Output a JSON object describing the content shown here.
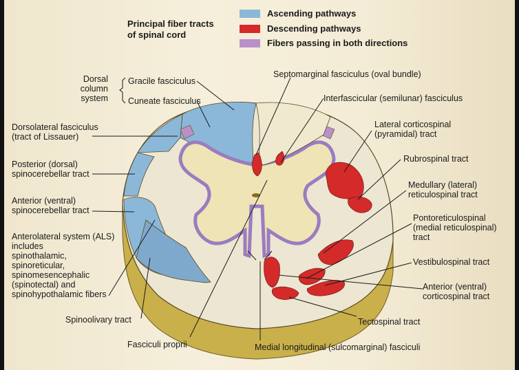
{
  "title": [
    "Principal fiber tracts",
    "of spinal cord"
  ],
  "legend": [
    {
      "label": "Ascending pathways",
      "color": "#8bb8d8"
    },
    {
      "label": "Descending pathways",
      "color": "#d42a2a"
    },
    {
      "label": "Fibers passing in both directions",
      "color": "#b990c8"
    }
  ],
  "colors": {
    "gray_matter": "#efe4b6",
    "white_matter": "#ede6d2",
    "cut_surface_side": "#c9b04a",
    "ascending": "#8bb8d8",
    "descending": "#d42a2a",
    "both": "#b990c8"
  },
  "labels": {
    "dorsal_column_system": [
      "Dorsal",
      "column",
      "system"
    ],
    "gracile": "Gracile fasciculus",
    "cuneate": "Cuneate fasciculus",
    "septomarginal": "Septomarginal fasciculus (oval bundle)",
    "interfascicular": "Interfascicular (semilunar) fasciculus",
    "dorsolateral": [
      "Dorsolateral fasciculus",
      "(tract of Lissauer)"
    ],
    "lateral_corticospinal": [
      "Lateral corticospinal",
      "(pyramidal) tract"
    ],
    "posterior_spinocerebellar": [
      "Posterior (dorsal)",
      "spinocerebellar tract"
    ],
    "rubrospinal": "Rubrospinal tract",
    "medullary_reticulospinal": [
      "Medullary (lateral)",
      "reticulospinal tract"
    ],
    "anterior_spinocerebellar": [
      "Anterior (ventral)",
      "spinocerebellar tract"
    ],
    "pontoreticulospinal": [
      "Pontoreticulospinal",
      "(medial reticulospinal)",
      "tract"
    ],
    "anterolateral": [
      "Anterolateral system (ALS)",
      "includes",
      "spinothalamic,",
      "spinoreticular,",
      "spinomesencephalic",
      "(spinotectal) and",
      "spinohypothalamic fibers"
    ],
    "vestibulospinal": "Vestibulospinal tract",
    "anterior_corticospinal": [
      "Anterior (ventral)",
      "corticospinal tract"
    ],
    "tectospinal": "Tectospinal tract",
    "spinoolivary": "Spinoolivary tract",
    "fasciculi_proprii": "Fasciculi proprii",
    "medial_longitudinal": "Medial longitudinal (sulcomarginal) fasciculi"
  }
}
